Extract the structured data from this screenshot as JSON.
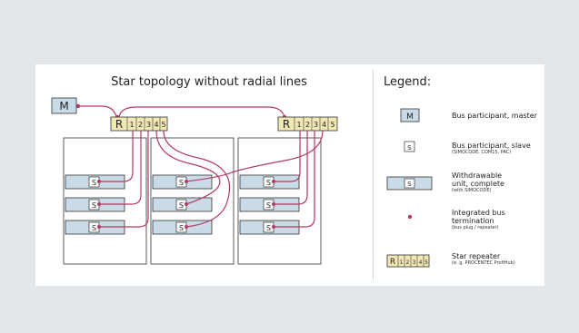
{
  "diagram": {
    "title": "Star topology without radial lines",
    "master_label": "M",
    "repeater_label": "R",
    "port_labels": [
      "1",
      "2",
      "3",
      "4",
      "5"
    ],
    "slave_label": "S"
  },
  "legend": {
    "title": "Legend:",
    "items": [
      {
        "label": "Bus participant, master",
        "note": ""
      },
      {
        "label": "Bus participant, slave",
        "note": "(SIMOCODE, COM15, PAC)"
      },
      {
        "label": "Withdrawable unit, complete",
        "note": "(with SIMOCODE)"
      },
      {
        "label": "Integrated bus termination",
        "note": "(bus plug / repeater)"
      },
      {
        "label": "Star repeater",
        "note": "(e. g. PROCENTEC ProfiHub)"
      }
    ]
  },
  "colors": {
    "background": "#e3e7ea",
    "panel": "#ffffff",
    "drawer_fill": "#c8dbe6",
    "repeater_fill": "#f1e9b4",
    "cable": "#b53a63"
  }
}
